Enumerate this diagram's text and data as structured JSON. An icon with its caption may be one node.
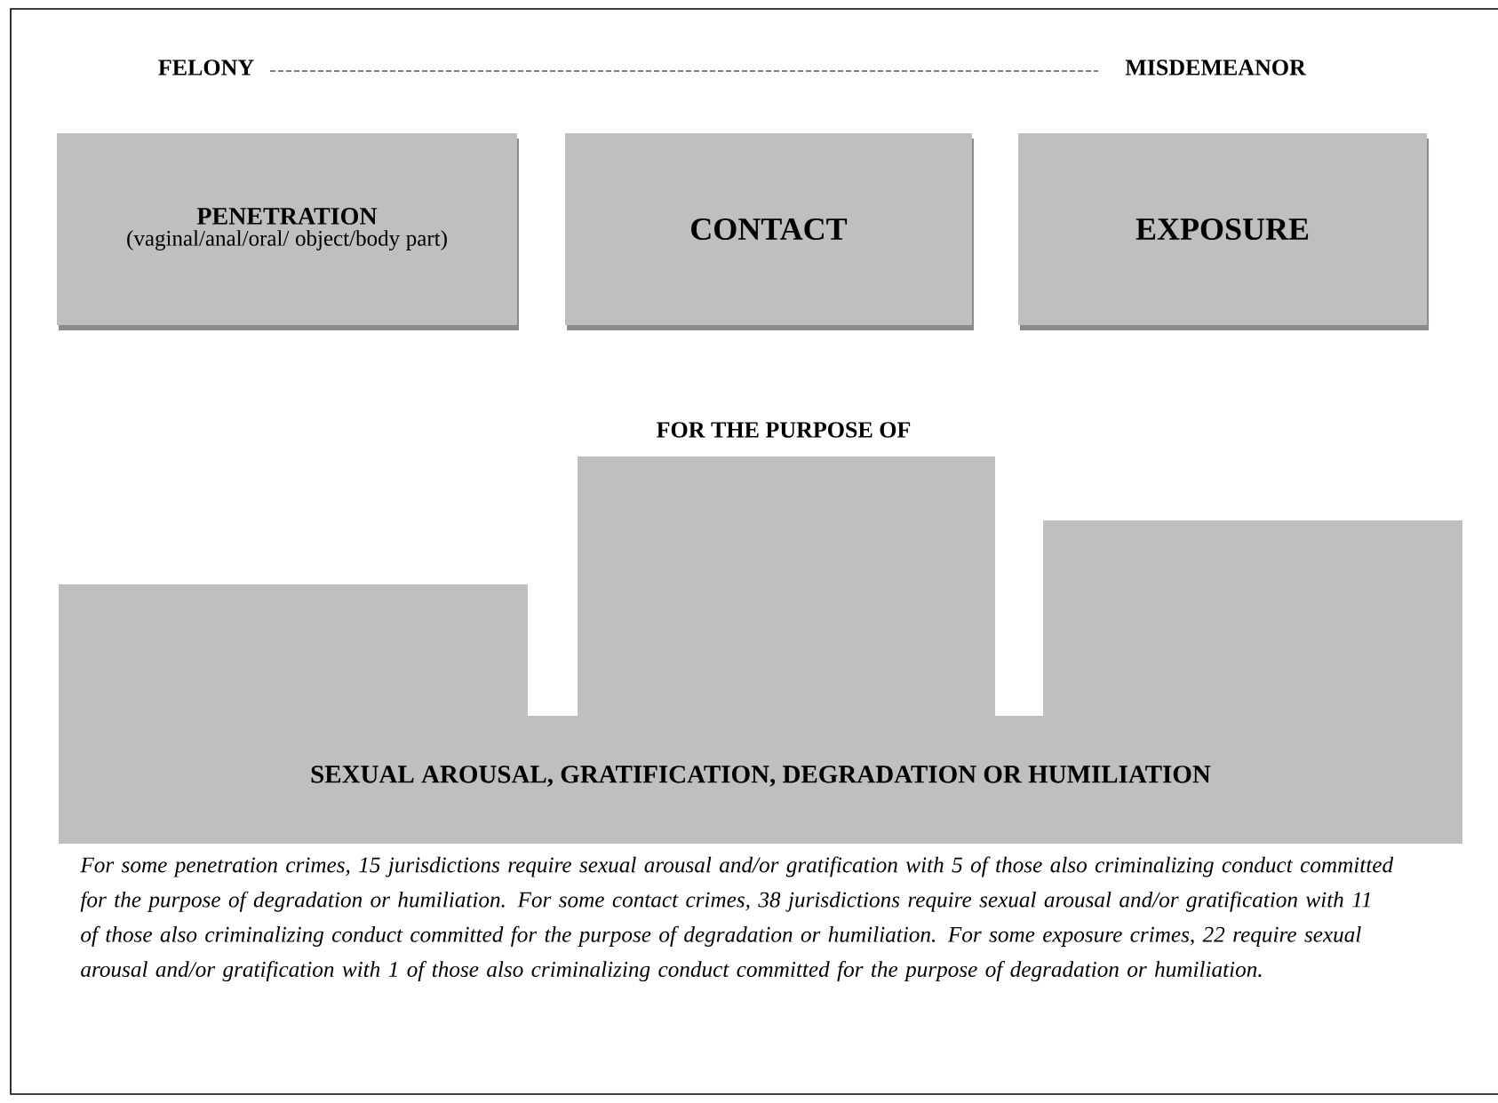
{
  "diagram": {
    "caption": "For some penetration crimes, 15 jurisdictions require sexual arousal and/or gratification with 5 of those also criminalizing conduct committed for the purpose of degradation or humiliation. For some contact crimes, 38 jurisdictions require sexual arousal and/or gratification with 11 of those also criminalizing conduct committed for the purpose of degradation or humiliation. For some exposure crimes, 22 require sexual arousal and/or gratification with 1 of those also criminalizing conduct committed for the purpose of degradation or humiliation.",
    "nodes": [
      {
        "text": [
          "PENETRATION",
          "(vaginal/anal/oral/ object/body part)"
        ]
      },
      {
        "text": [
          "CONTACT"
        ]
      },
      {
        "text": [
          "EXPOSURE"
        ]
      },
      {
        "text": [
          "SEXUAL AROUSAL, GRATIFICATION, DEGRADATION OR HUMILIATION"
        ]
      }
    ],
    "labels": [
      "FELONY",
      "MISDEMEANOR",
      "FOR THE PURPOSE OF"
    ]
  }
}
